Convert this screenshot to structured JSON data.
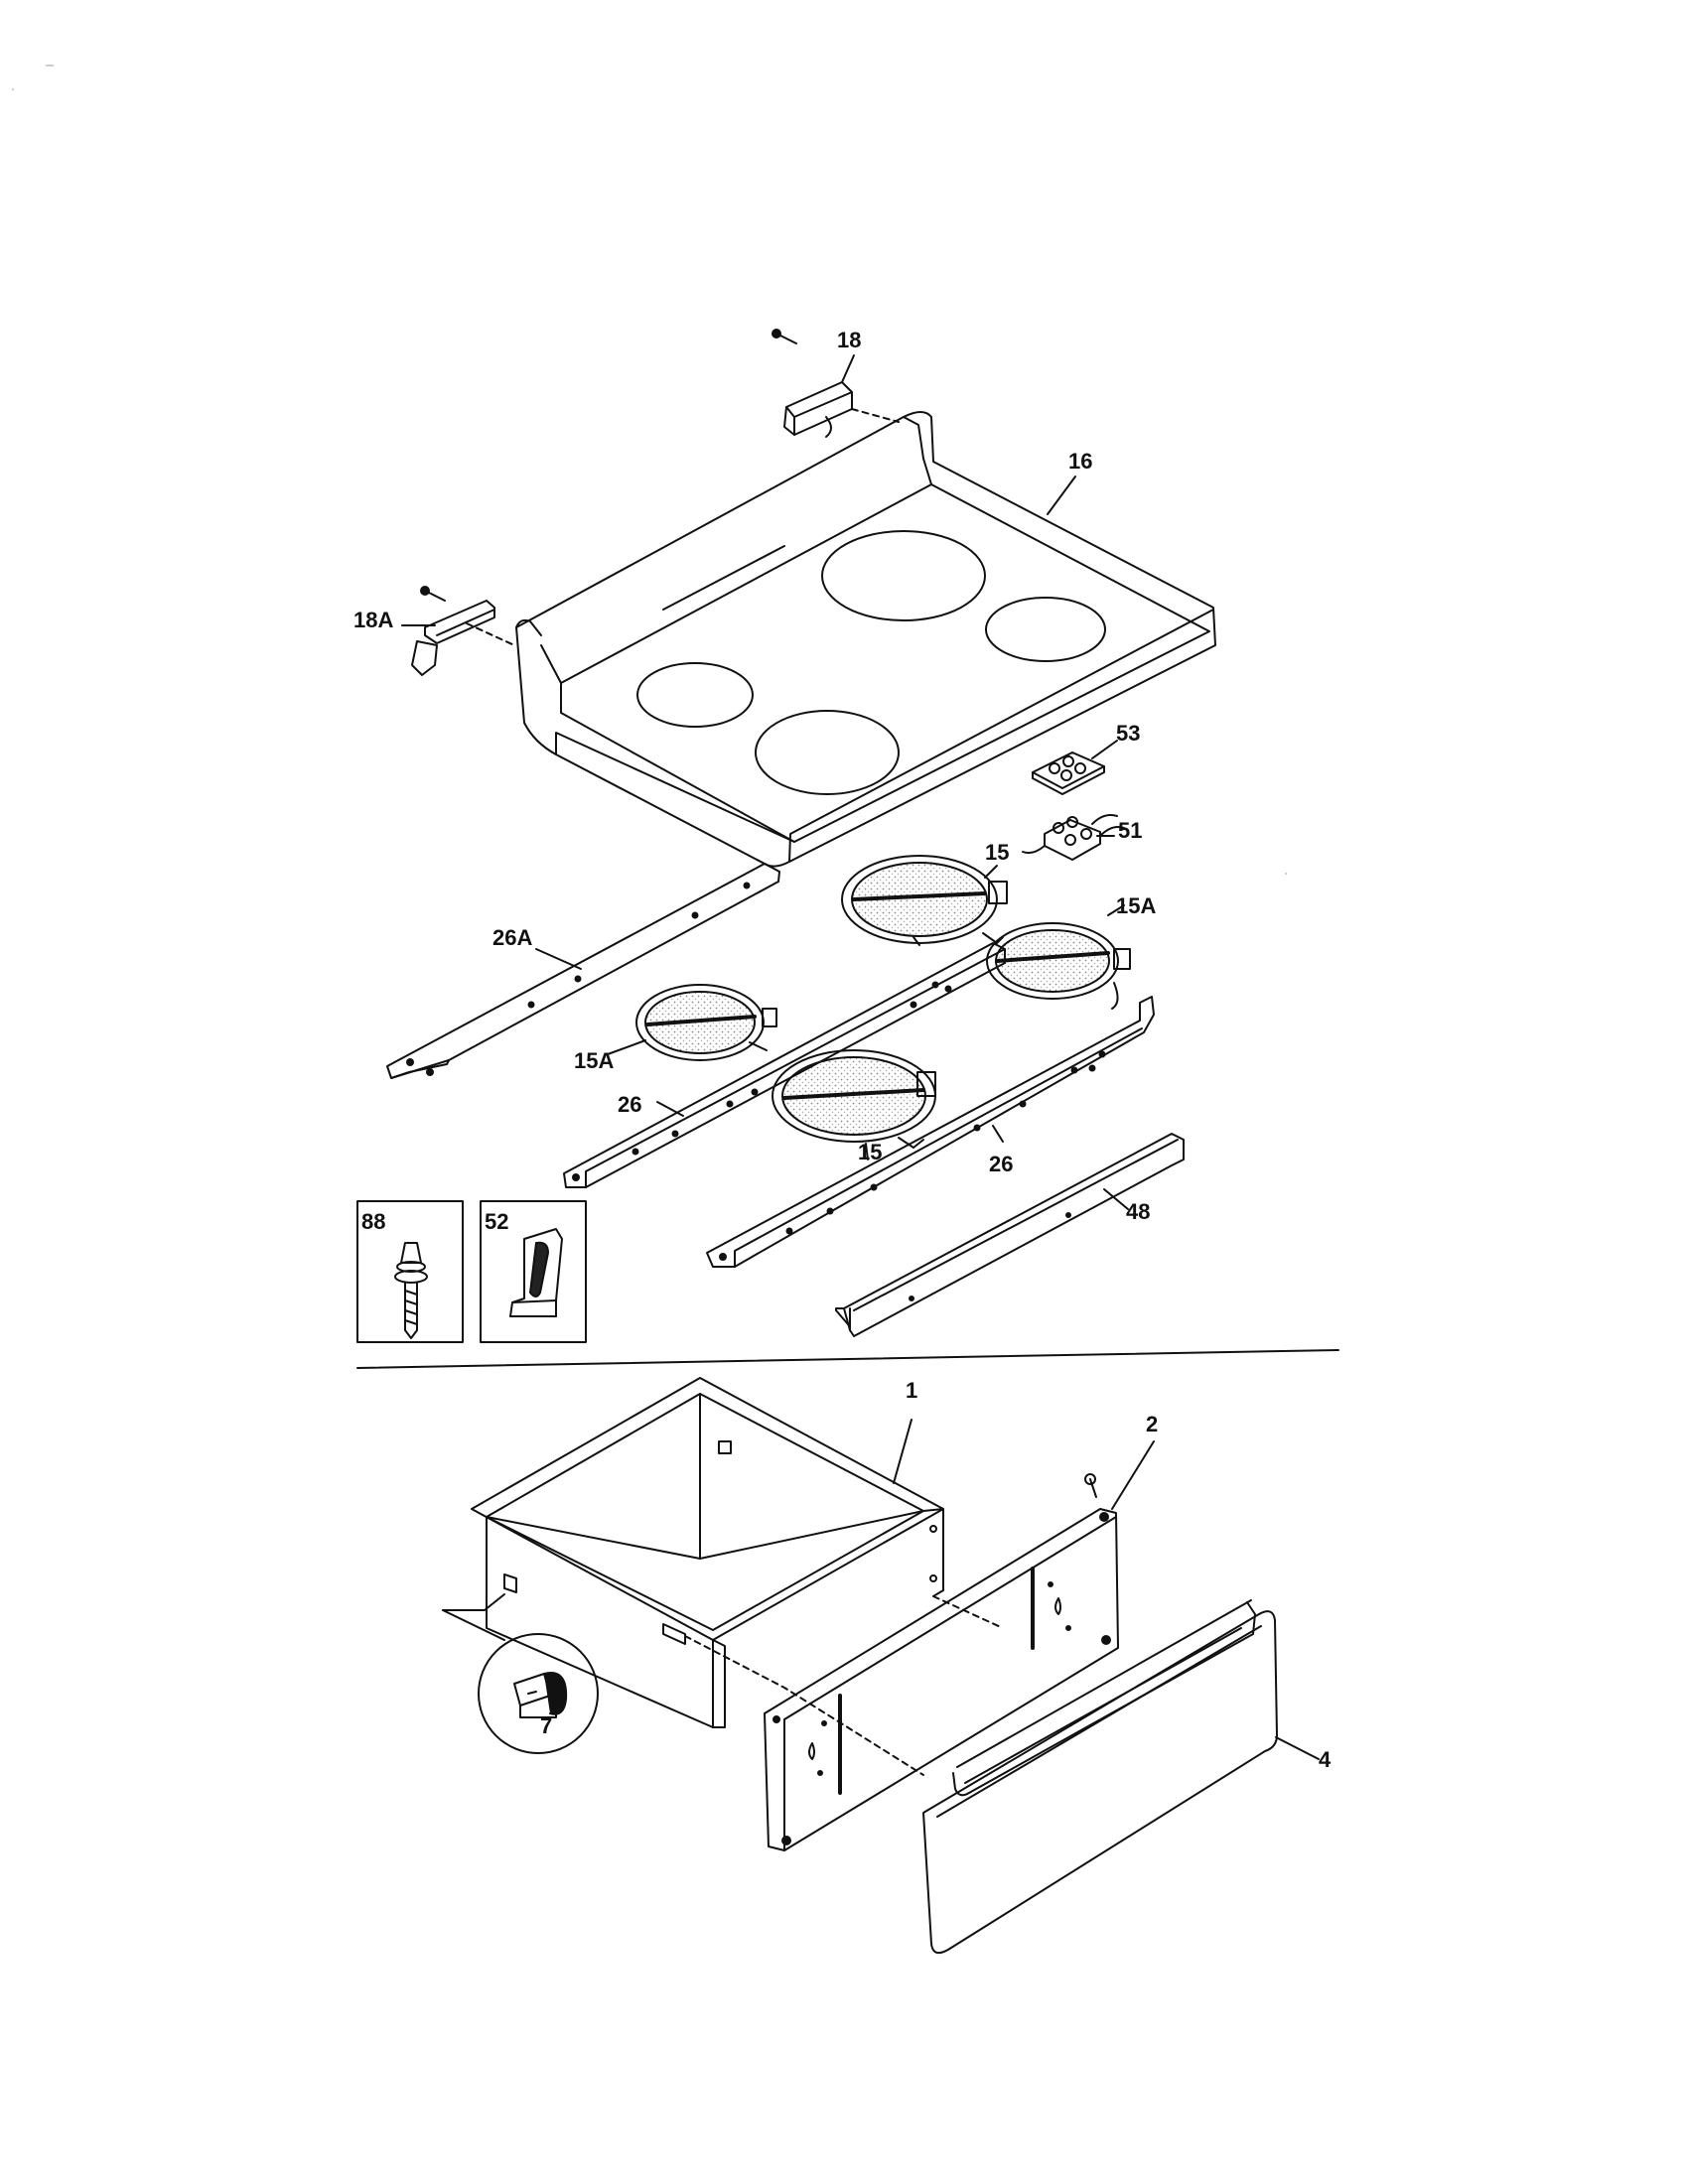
{
  "diagram": {
    "callouts": {
      "c18": "18",
      "c16": "16",
      "c18A": "18A",
      "c53": "53",
      "c51": "51",
      "c15_top": "15",
      "c15A_right": "15A",
      "c26A": "26A",
      "c15A_left": "15A",
      "c26_left": "26",
      "c15_bottom": "15",
      "c26_right": "26",
      "c48": "48",
      "c88": "88",
      "c52": "52",
      "c1": "1",
      "c2": "2",
      "c7": "7",
      "c4": "4"
    },
    "colors": {
      "line": "#111111",
      "stipple": "#9a9a9a",
      "paper": "#ffffff"
    }
  }
}
